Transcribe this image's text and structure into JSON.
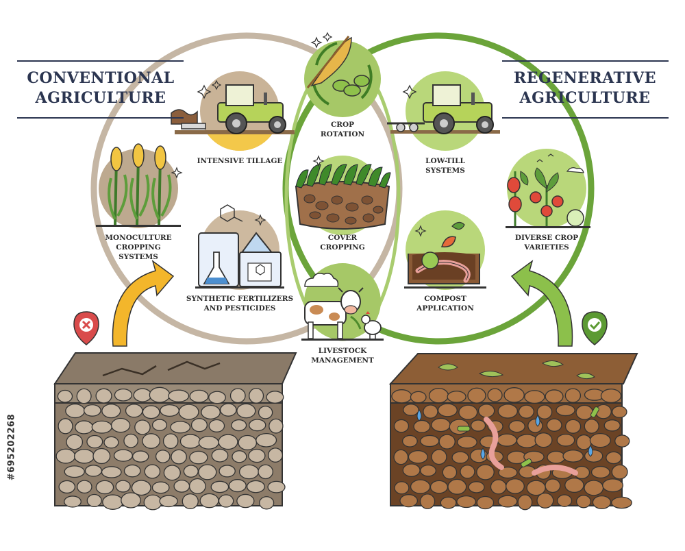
{
  "titles": {
    "left": [
      "CONVENTIONAL",
      "AGRICULTURE"
    ],
    "right": [
      "REGENERATIVE",
      "AGRICULTURE"
    ]
  },
  "labels": {
    "intensive_tillage": [
      "INTENSIVE TILLAGE"
    ],
    "monoculture": [
      "MONOCULTURE",
      "CROPPING",
      "SYSTEMS"
    ],
    "synthetic": [
      "SYNTHETIC FERTILIZERS",
      "AND PESTICIDES"
    ],
    "crop_rotation": [
      "CROP",
      "ROTATION"
    ],
    "cover_cropping": [
      "COVER",
      "CROPPING"
    ],
    "livestock": [
      "LIVESTOCK",
      "MANAGEMENT"
    ],
    "low_till": [
      "LOW-TILL",
      "SYSTEMS"
    ],
    "diverse": [
      "DIVERSE CROP",
      "VARIETIES"
    ],
    "compost": [
      "COMPOST",
      "APPLICATION"
    ]
  },
  "stock_id": "#695202268",
  "colors": {
    "conventional_ring": "#c5b6a4",
    "regenerative_ring": "#6ba43a",
    "arrow_left": "#f3b62b",
    "arrow_right": "#8cc04b",
    "cross_badge": "#d94b4b",
    "check_badge": "#5c9a33",
    "title_text": "#2b3550"
  },
  "icons": {
    "conventional_status": "cross-icon",
    "regenerative_status": "check-icon"
  }
}
